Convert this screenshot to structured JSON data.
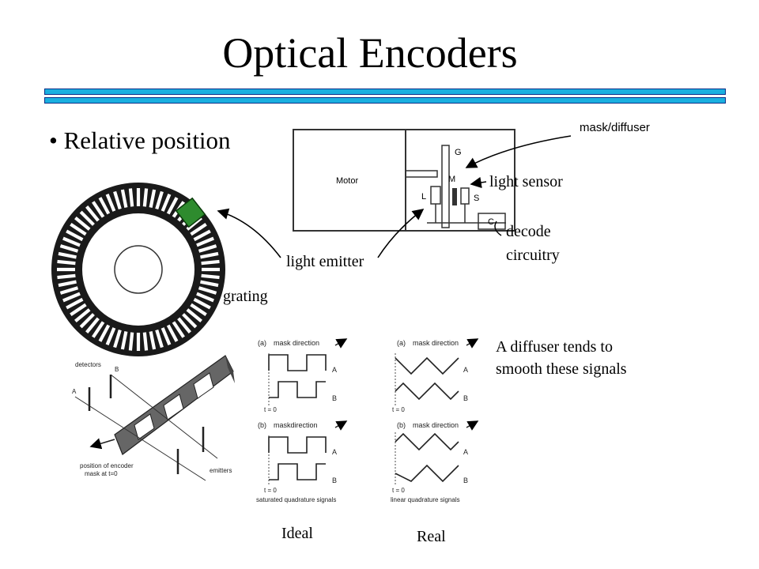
{
  "slide": {
    "title": "Optical Encoders",
    "bullet": "• Relative position"
  },
  "labels": {
    "mask_diffuser": "mask/diffuser",
    "light_sensor": "light sensor",
    "decode_line1": "decode",
    "decode_line2": "circuitry",
    "light_emitter": "light emitter",
    "grating": "grating",
    "diffuser_note_line1": "A diffuser tends to",
    "diffuser_note_line2": "smooth these signals",
    "ideal": "Ideal",
    "real": "Real"
  },
  "motor_diagram": {
    "motor": "Motor",
    "g": "G",
    "m": "M",
    "l": "L",
    "s": "S",
    "c": "C"
  },
  "mask_figure": {
    "detectors": "detectors",
    "a": "A",
    "b": "B",
    "position_line1": "position of encoder",
    "position_line2": "mask at t=0",
    "emitters": "emitters"
  },
  "ideal_signals": {
    "a_label": "(a)",
    "a_dir": "mask direction",
    "b_label": "(b)",
    "b_dir": "maskdirection",
    "sig_a": "A",
    "sig_b": "B",
    "t0": "t = 0",
    "caption": "saturated quadrature signals"
  },
  "real_signals": {
    "a_label": "(a)",
    "a_dir": "mask direction",
    "b_label": "(b)",
    "b_dir": "mask direction",
    "sig_a": "A",
    "sig_b": "B",
    "t0": "t = 0",
    "caption": "linear quadrature signals"
  },
  "colors": {
    "rule_fill": "#1ab0e0",
    "rule_border": "#0c2f87",
    "emitter_green": "#2e8b2e"
  }
}
